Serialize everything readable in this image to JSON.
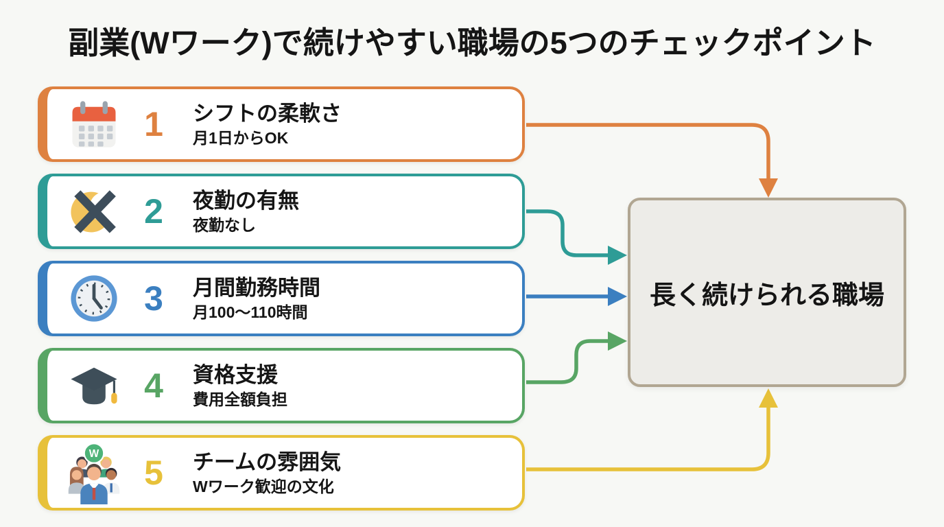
{
  "page": {
    "title": "副業(Wワーク)で続けやすい職場の5つのチェックポイント",
    "background_color": "#f7f8f5"
  },
  "checkpoints": {
    "items": [
      {
        "number": "1",
        "label": "シフトの柔軟さ",
        "detail": "月1日からOK",
        "icon": "calendar-icon",
        "color": "#DE8140"
      },
      {
        "number": "2",
        "label": "夜勤の有無",
        "detail": "夜勤なし",
        "icon": "no-night-shift-icon",
        "color": "#2E9C96"
      },
      {
        "number": "3",
        "label": "月間勤務時間",
        "detail": "月100〜110時間",
        "icon": "clock-icon",
        "color": "#3B7FC0"
      },
      {
        "number": "4",
        "label": "資格支援",
        "detail": "費用全額負担",
        "icon": "graduation-cap-icon",
        "color": "#58A564"
      },
      {
        "number": "5",
        "label": "チームの雰囲気",
        "detail": "Wワーク歓迎の文化",
        "icon": "team-icon",
        "color": "#E7C13A",
        "badge_letter": "W"
      }
    ]
  },
  "result_box": {
    "label": "長く続けられる職場",
    "fill": "#EDECE8",
    "border_color": "#B1A692"
  },
  "arrows": [
    {
      "from": "checkpoint-1",
      "to": "result-box",
      "entry": "top",
      "color": "#DE8140"
    },
    {
      "from": "checkpoint-2",
      "to": "result-box",
      "entry": "left-upper",
      "color": "#2E9C96"
    },
    {
      "from": "checkpoint-3",
      "to": "result-box",
      "entry": "left-middle",
      "color": "#3B7FC0"
    },
    {
      "from": "checkpoint-4",
      "to": "result-box",
      "entry": "left-lower",
      "color": "#58A564"
    },
    {
      "from": "checkpoint-5",
      "to": "result-box",
      "entry": "bottom",
      "color": "#E7C13A"
    }
  ]
}
